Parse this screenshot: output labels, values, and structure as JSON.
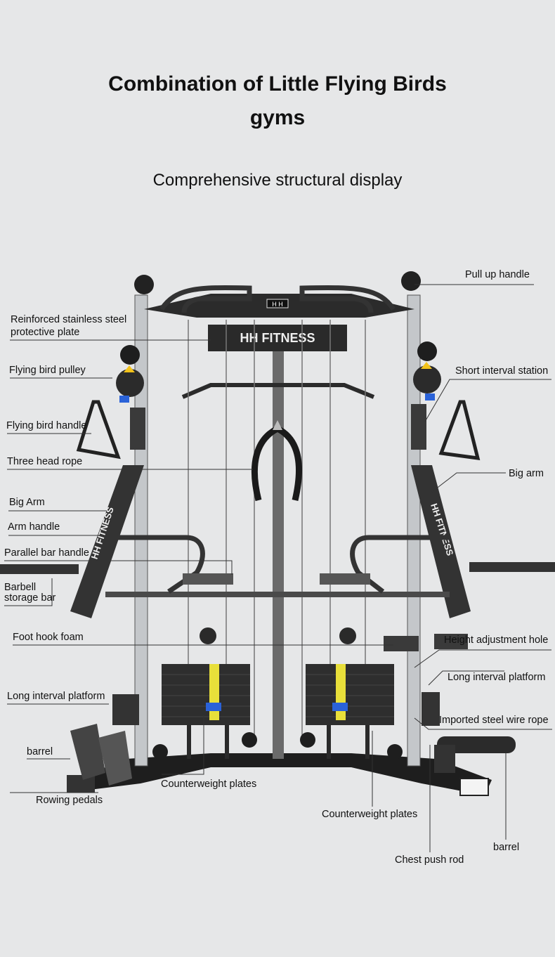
{
  "header": {
    "title_line1": "Combination of Little Flying Birds",
    "title_line2": "gyms",
    "subtitle": "Comprehensive structural display"
  },
  "brand": {
    "logo_text": "H H",
    "frame_text": "HH FITNESS",
    "arm_text": "HH FITNESS"
  },
  "labels": {
    "pull_up_handle": "Pull up handle",
    "reinforced_plate_1": "Reinforced stainless steel",
    "reinforced_plate_2": "protective plate",
    "flying_bird_pulley": "Flying bird pulley",
    "short_interval_station": "Short interval station",
    "flying_bird_handle": "Flying bird handle",
    "three_head_rope": "Three head rope",
    "big_arm_right": "Big arm",
    "big_arm_left": "Big Arm",
    "arm_handle": "Arm handle",
    "parallel_bar_handle": "Parallel bar handle",
    "barbell_storage_1": "Barbell",
    "barbell_storage_2": "storage bar",
    "foot_hook_foam": "Foot hook foam",
    "height_adjustment_hole": "Height adjustment hole",
    "long_interval_platform_left": "Long interval platform",
    "long_interval_platform_right": "Long interval platform",
    "imported_steel_wire_rope": "Imported steel wire rope",
    "barrel_left": "barrel",
    "counterweight_plates_left": "Counterweight plates",
    "rowing_pedals": "Rowing pedals",
    "counterweight_plates_right": "Counterweight plates",
    "barrel_right": "barrel",
    "chest_push_rod": "Chest push rod"
  },
  "colors": {
    "background": "#e6e7e8",
    "frame": "#2a2a2a",
    "upright": "#bfc2c5",
    "plate_accent": "#e8df3a",
    "pin_accent": "#2a62d8",
    "warning": "#f2c21b"
  }
}
